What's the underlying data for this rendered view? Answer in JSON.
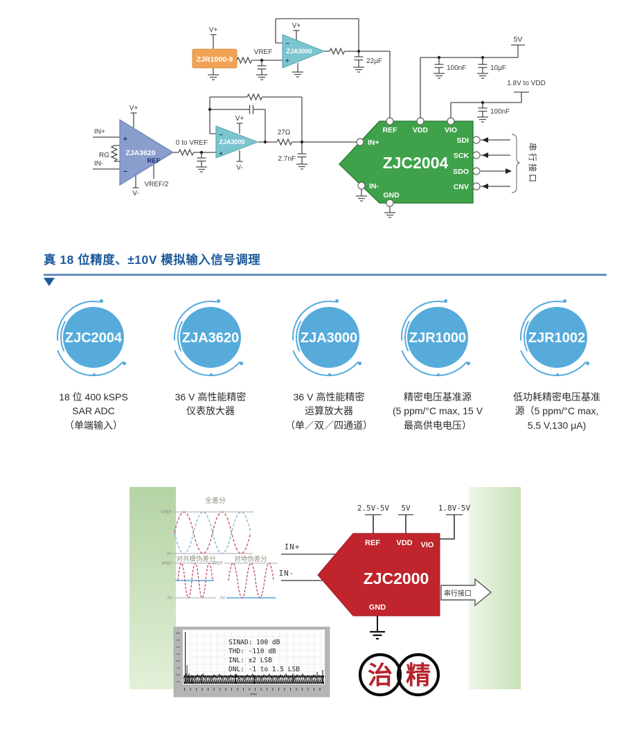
{
  "colors": {
    "heading_blue": "#1c5a9b",
    "badge_blue": "#56abdb",
    "adc_green": "#3fa24a",
    "opamp_teal": "#7cc5cf",
    "inamp_blue": "#8a9ecd",
    "reference_orange": "#f0a355",
    "chip_red": "#c0242c",
    "band_green": "#b9d7a9",
    "logo_red": "#b5232d",
    "wave_red": "#c4566e",
    "wave_blue": "#82b7d8"
  },
  "top_circuit": {
    "parts": {
      "reference": "ZJR1000-9",
      "buffer": "ZJA3000",
      "inamp": "ZJA3620",
      "driver": "ZJA3000",
      "adc": "ZJC2004"
    },
    "labels": {
      "v_plus": "V+",
      "v_minus": "V-",
      "vref": "VREF",
      "cap22": "22µF",
      "supply5": "5V",
      "cap100n": "100nF",
      "cap10u": "10µF",
      "supply18": "1.8V to VDD",
      "in_plus": "IN+",
      "in_minus": "IN-",
      "rg": "RG",
      "ref": "REF",
      "vref2": "VREF/2",
      "zero_to_vref": "0 to VREF",
      "r27": "27Ω",
      "cap27n": "2.7nF",
      "plus": "+",
      "minus": "−"
    },
    "adc_pins": {
      "ref": "REF",
      "vdd": "VDD",
      "vio": "VIO",
      "sdi": "SDI",
      "sck": "SCK",
      "sdo": "SDO",
      "cnv": "CNV",
      "in_plus": "IN+",
      "in_minus": "IN-",
      "gnd": "GND"
    },
    "serial_label": "串行接口"
  },
  "section": {
    "heading": "真 18 位精度、±10V 模拟输入信号调理"
  },
  "products": [
    {
      "name": "ZJC2004",
      "desc_lines": [
        "18 位 400 kSPS",
        "SAR ADC",
        "（单端输入）"
      ]
    },
    {
      "name": "ZJA3620",
      "desc_lines": [
        "36 V 高性能精密",
        "仪表放大器"
      ]
    },
    {
      "name": "ZJA3000",
      "desc_lines": [
        "36 V 高性能精密",
        "运算放大器",
        "（单／双／四通道）"
      ]
    },
    {
      "name": "ZJR1000",
      "desc_lines": [
        "精密电压基准源",
        "(5 ppm/°C max, 15 V",
        "最高供电电压）"
      ]
    },
    {
      "name": "ZJR1002",
      "desc_lines": [
        "低功耗精密电压基准",
        "源（5 ppm/°C max,",
        "5.5 V,130 μA)"
      ]
    }
  ],
  "bottom": {
    "wave_full_diff": "全差分",
    "wave_pseudo_cm": "对共模伪差分",
    "wave_pseudo_gnd": "对地伪差分",
    "vref_label": "VREF",
    "zero_label": "0V",
    "in_plus": "IN+",
    "in_minus": "IN-",
    "chip": "ZJC2000",
    "pins": {
      "ref": "REF",
      "vdd": "VDD",
      "vio": "VIO",
      "gnd": "GND"
    },
    "supplies": {
      "ref": "2.5V-5V",
      "vdd": "5V",
      "vio": "1.8V-5V"
    },
    "serial": "串行接口",
    "fft_lines": [
      "SINAD: 100 dB",
      "THD: -110 dB",
      "INL: ±2 LSB",
      "DNL: -1 to 1.5 LSB"
    ],
    "logo_chars": [
      "治",
      "精"
    ]
  }
}
